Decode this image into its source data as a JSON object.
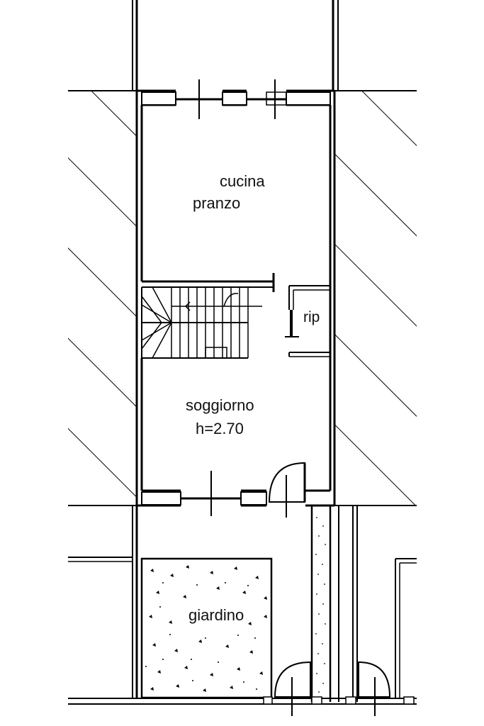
{
  "rooms": {
    "kitchen_line1": "cucina",
    "kitchen_line2": "pranzo",
    "storage": "rip",
    "living": "soggiorno",
    "living_height": "h=2.70",
    "garden": "giardino"
  },
  "colors": {
    "wall": "#000000",
    "background": "#ffffff"
  }
}
